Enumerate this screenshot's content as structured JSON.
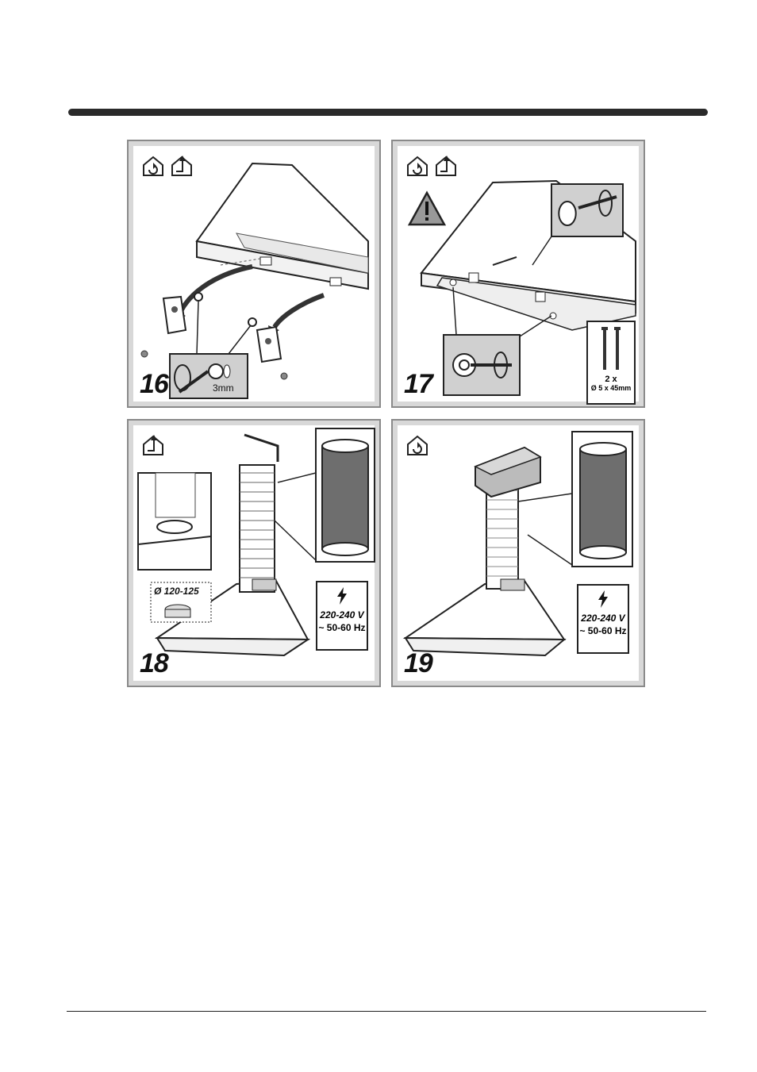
{
  "steps": [
    {
      "number": "16",
      "detail_label": "3mm"
    },
    {
      "number": "17",
      "screw_qty": "2 x",
      "screw_size": "Ø 5 x 45mm"
    },
    {
      "number": "18",
      "duct_diameter": "Ø 120-125",
      "voltage": "220-240 V",
      "frequency": "~ 50-60 Hz"
    },
    {
      "number": "19",
      "voltage": "220-240 V",
      "frequency": "~ 50-60 Hz"
    }
  ],
  "icons": {
    "recirculation": "recirculation-house-icon",
    "extraction": "extraction-house-icon",
    "warning": "warning-triangle-icon",
    "power": "lightning-bolt-icon"
  },
  "colors": {
    "rule": "#2a2a2a",
    "panel_frame": "#d8d8d8",
    "duct_dark": "#6e6e6e"
  }
}
